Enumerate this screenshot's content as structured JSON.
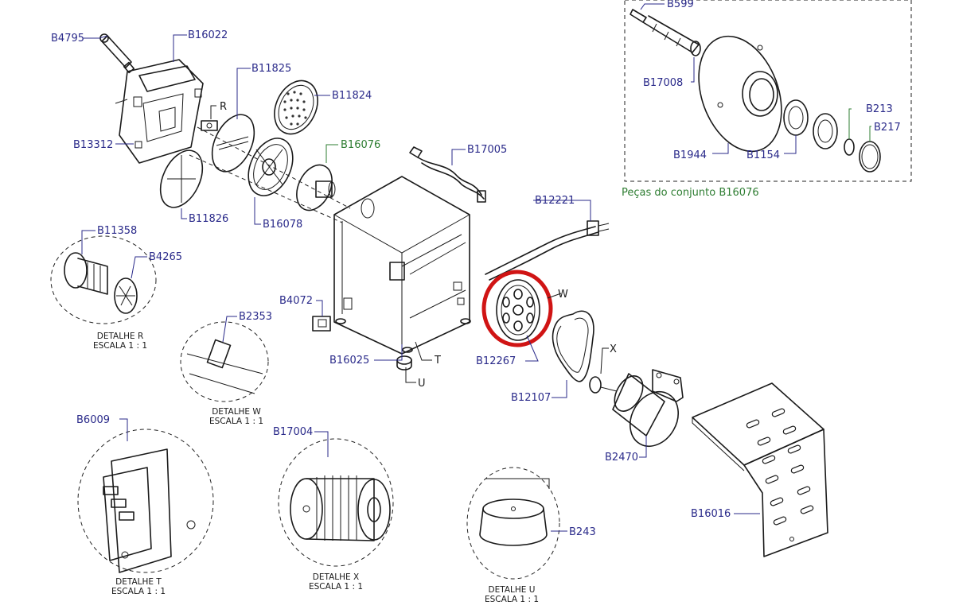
{
  "labels": {
    "b4795": "B4795",
    "b16022": "B16022",
    "b11825": "B11825",
    "b11824": "B11824",
    "r": "R",
    "b13312": "B13312",
    "b16076": "B16076",
    "b17005": "B17005",
    "b11826": "B11826",
    "b16078": "B16078",
    "b12221": "B12221",
    "b11358": "B11358",
    "b4265": "B4265",
    "b4072": "B4072",
    "b2353": "B2353",
    "w": "W",
    "b16025": "B16025",
    "t": "T",
    "b12267": "B12267",
    "u": "U",
    "x": "X",
    "b12107": "B12107",
    "b6009": "B6009",
    "b17004": "B17004",
    "b2470": "B2470",
    "b243": "B243",
    "b16016": "B16016",
    "b599": "B599",
    "b17008": "B17008",
    "b213": "B213",
    "b217": "B217",
    "b1944": "B1944",
    "b1154": "B1154"
  },
  "inset": {
    "caption": "Peças do conjunto  B16076"
  },
  "details": {
    "r": {
      "title": "DETALHE R",
      "scale": "ESCALA 1 : 1"
    },
    "w": {
      "title": "DETALHE W",
      "scale": "ESCALA 1 : 1"
    },
    "t": {
      "title": "DETALHE T",
      "scale": "ESCALA 1 : 1"
    },
    "x": {
      "title": "DETALHE X",
      "scale": "ESCALA 1 : 1"
    },
    "u": {
      "title": "DETALHE U",
      "scale": "ESCALA 1 : 1"
    }
  },
  "colors": {
    "label_blue": "#2a2a8a",
    "label_green": "#2e7d32",
    "highlight_red": "#d01414",
    "line_black": "#1a1a1a"
  }
}
